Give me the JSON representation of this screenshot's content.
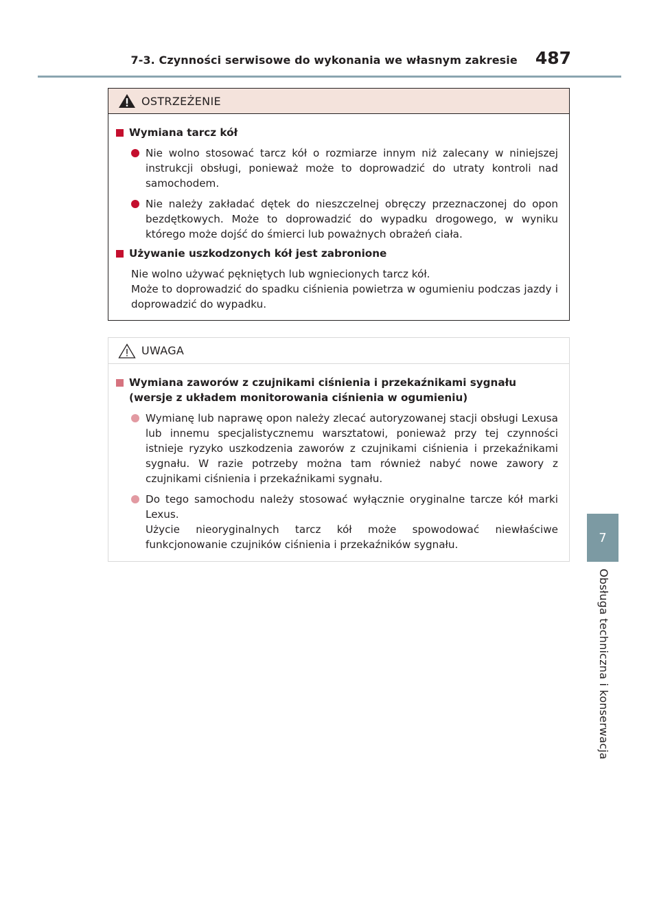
{
  "header": {
    "section": "7-3. Czynności serwisowe do wykonania we własnym zakresie",
    "page_number": "487"
  },
  "side_tab": {
    "number": "7",
    "label": "Obsługa techniczna i konserwacja"
  },
  "warning": {
    "title": "OSTRZEŻENIE",
    "heading1": "Wymiana tarcz kół",
    "bullet1": "Nie wolno stosować tarcz kół o rozmiarze innym niż zalecany w niniejszej instrukcji obsługi, ponieważ może to doprowadzić do utraty kontroli nad samochodem.",
    "bullet2": "Nie należy zakładać dętek do nieszczelnej obręczy przeznaczonej do opon bezdętkowych. Może to doprowadzić do wypadku drogowego, w wyniku którego może dojść do śmierci lub poważnych obrażeń ciała.",
    "heading2": "Używanie uszkodzonych kół jest zabronione",
    "para1": "Nie wolno używać pękniętych lub wgniecionych tarcz kół.",
    "para2": "Może to doprowadzić do spadku ciśnienia powietrza w ogumieniu podczas jazdy i doprowadzić do wypadku."
  },
  "notice": {
    "title": "UWAGA",
    "heading1": "Wymiana zaworów z czujnikami ciśnienia i przekaźnikami sygnału (wersje z układem monitorowania ciśnienia w ogumieniu)",
    "bullet1": "Wymianę lub naprawę opon należy zlecać autoryzowanej stacji obsługi Lexusa lub innemu specjalistycznemu warsztatowi, ponieważ przy tej czynności istnieje ryzyko uszkodzenia zaworów z czujnikami ciśnienia i przekaźnikami sygnału. W razie potrzeby można tam również nabyć nowe zawory z czujnikami ciśnienia i przekaźnikami sygnału.",
    "bullet2_line1": "Do tego samochodu należy stosować wyłącznie oryginalne tarcze kół marki Lexus.",
    "bullet2_line2": "Użycie nieoryginalnych tarcz kół może spowodować niewłaściwe funkcjonowanie czujników ciśnienia i przekaźników sygnału."
  },
  "colors": {
    "warning_red": "#c40f2e",
    "warning_header_bg": "#f4e3dc",
    "tab_bg": "#7c9aa3"
  }
}
